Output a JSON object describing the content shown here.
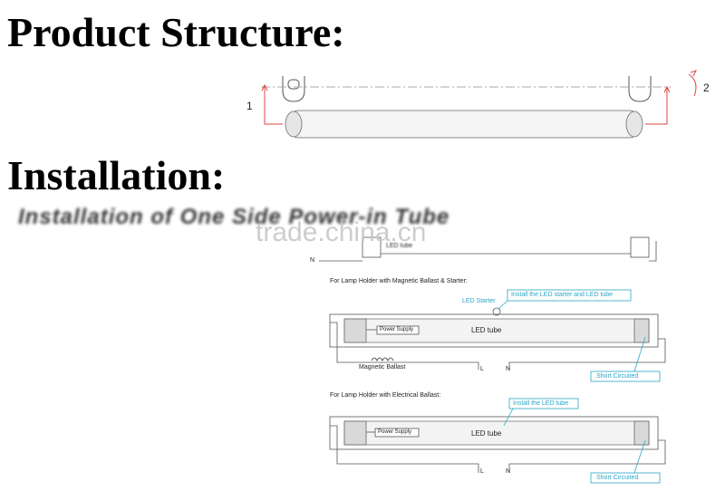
{
  "headings": {
    "product_structure": "Product Structure:",
    "installation": "Installation:",
    "installation_subtitle": "Installation of One Side Power-in Tube",
    "watermark": "trade.china.cn"
  },
  "structure_diagram": {
    "label_1": "1",
    "label_2": "2"
  },
  "top_partial": {
    "tube_label": "LED tube",
    "n_label": "N"
  },
  "section_magnetic": {
    "title": "For Lamp Holder with Magnetic Ballast & Starter:",
    "led_starter": "LED Starter",
    "callout": "Install the LED starter and LED tube",
    "power_supply": "Power Supply",
    "led_tube": "LED tube",
    "magnetic_ballast": "Magnetic Ballast",
    "l": "L",
    "n": "N",
    "short_circuited": "Short Circuited"
  },
  "section_electrical": {
    "title": "For Lamp Holder with Electrical Ballast:",
    "callout": "Install the LED tube",
    "power_supply": "Power Supply",
    "led_tube": "LED tube",
    "l": "L",
    "n": "N",
    "short_circuited": "Short Circuited"
  }
}
